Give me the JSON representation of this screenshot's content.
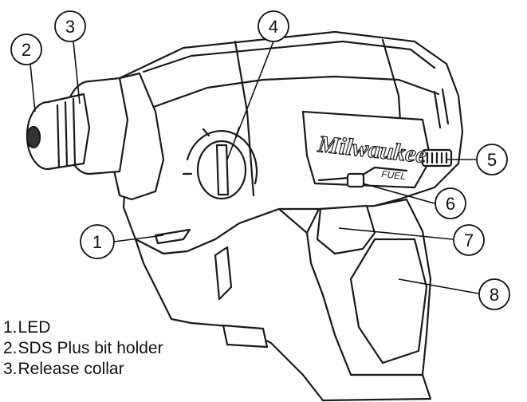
{
  "brand": {
    "logo_text": "Milwaukee",
    "sub_text": "FUEL"
  },
  "callouts": [
    "1",
    "2",
    "3",
    "4",
    "5",
    "6",
    "7",
    "8"
  ],
  "legend": [
    {
      "num": "1.",
      "label": "LED"
    },
    {
      "num": "2.",
      "label": "SDS Plus bit holder"
    },
    {
      "num": "3.",
      "label": "Release collar"
    }
  ]
}
